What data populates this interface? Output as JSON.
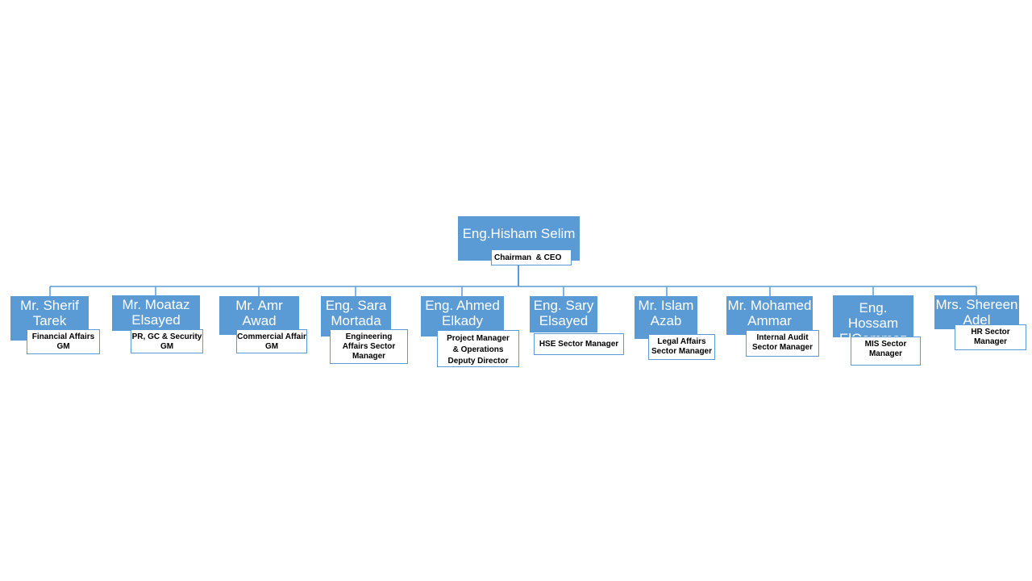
{
  "chart": {
    "root": {
      "name": "Eng.Hisham Selim",
      "title": "Chairman  & CEO"
    },
    "children": [
      {
        "name": "Mr. Sherif\nTarek",
        "title": "Financial Affairs\nGM"
      },
      {
        "name": "Mr. Moataz\nElsayed",
        "title": "PR, GC & Security\nGM"
      },
      {
        "name": "Mr. Amr\nAwad",
        "title": "Commercial Affair\nGM"
      },
      {
        "name": "Eng. Sara\nMortada",
        "title": "Engineering\nAffairs Sector\nManager"
      },
      {
        "name": "Eng. Ahmed\nElkady",
        "title": "Project Manager\n& Operations\nDeputy Director"
      },
      {
        "name": "Eng. Sary\nElsayed",
        "title": "HSE Sector Manager"
      },
      {
        "name": "Mr. Islam\nAzab",
        "title": "Legal Affairs\nSector Manager"
      },
      {
        "name": "Mr. Mohamed\nAmmar",
        "title": "Internal Audit\nSector Manager"
      },
      {
        "name": "Eng. Hossam\nElQammaz",
        "title": "MIS Sector\nManager"
      },
      {
        "name": "Mrs. Shereen\nAdel",
        "title": "HR Sector\nManager"
      }
    ]
  },
  "colors": {
    "node_fill": "#5b9bd5",
    "connector": "#5b9bd5",
    "role_border": "#5b9bd5"
  }
}
